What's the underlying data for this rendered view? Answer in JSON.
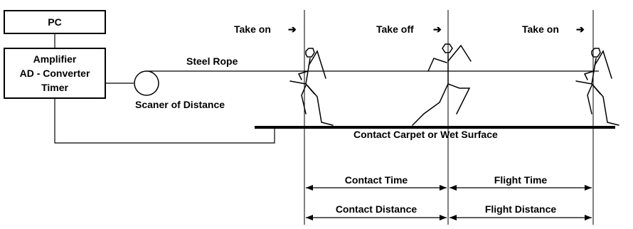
{
  "devices": {
    "pc_label": "PC",
    "amplifier_lines": [
      "Amplifier",
      "AD - Converter",
      "Timer"
    ]
  },
  "labels": {
    "steel_rope": "Steel Rope",
    "scanner": "Scaner of Distance",
    "surface": "Contact Carpet or Wet Surface"
  },
  "events": [
    {
      "text": "Take on",
      "arrow": "➔"
    },
    {
      "text": "Take off",
      "arrow": "➔"
    },
    {
      "text": "Take on",
      "arrow": "➔"
    }
  ],
  "measures": {
    "contact_time": "Contact Time",
    "flight_time": "Flight Time",
    "contact_distance": "Contact Distance",
    "flight_distance": "Flight Distance"
  }
}
